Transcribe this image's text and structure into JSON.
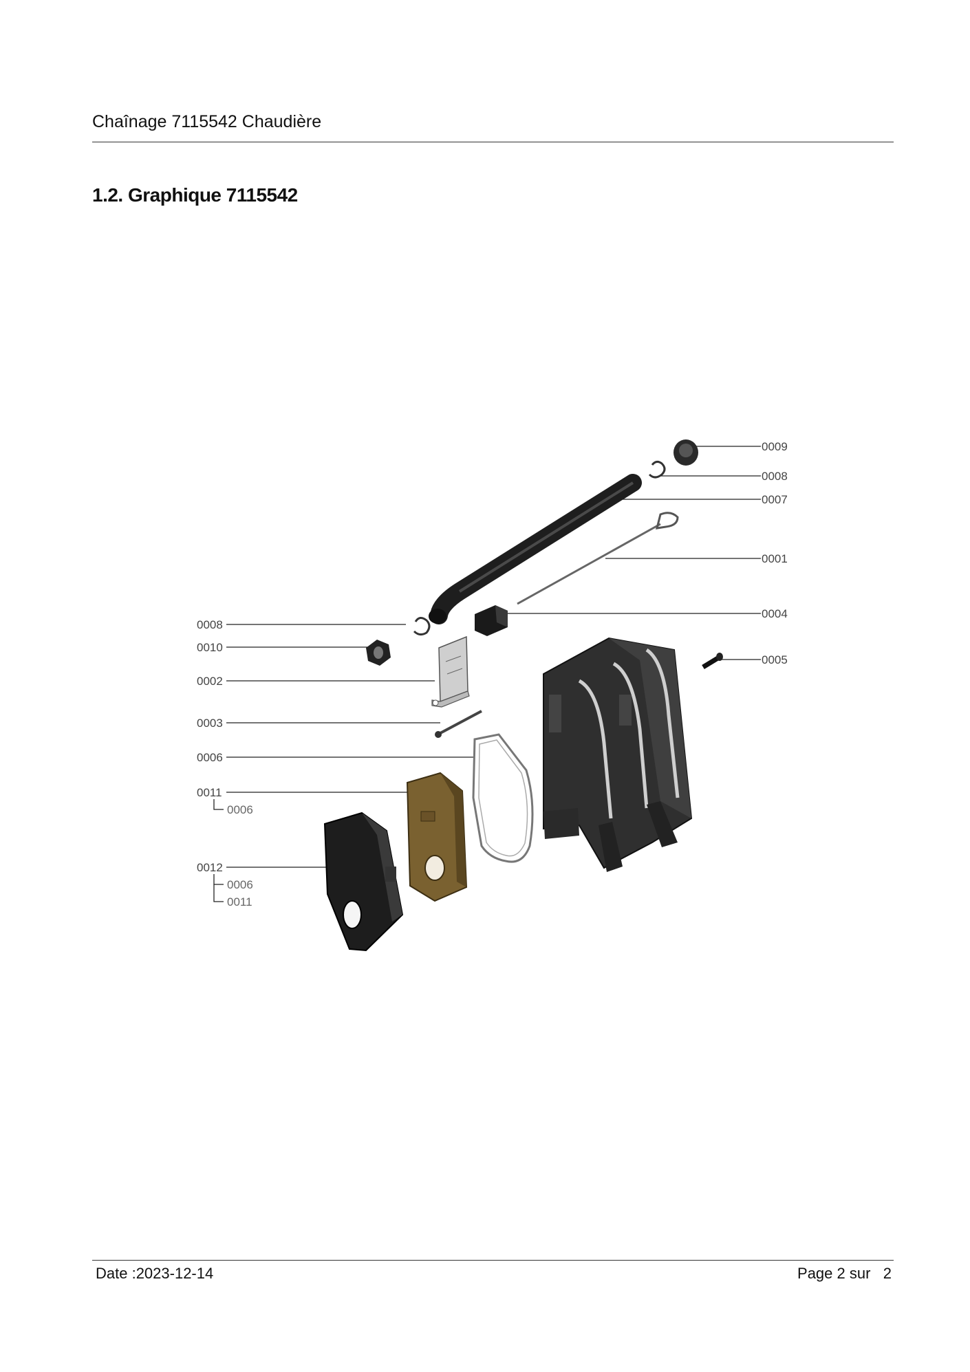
{
  "header": {
    "title": "Chaînage 7115542 Chaudière"
  },
  "section": {
    "title": "1.2. Graphique 7115542"
  },
  "diagram": {
    "callouts": {
      "c0009": "0009",
      "c0008_right": "0008",
      "c0007": "0007",
      "c0001": "0001",
      "c0004": "0004",
      "c0005": "0005",
      "c0008_left": "0008",
      "c0010": "0010",
      "c0002": "0002",
      "c0003": "0003",
      "c0006": "0006",
      "c0011": "0011",
      "c0011_sub_0006": "0006",
      "c0012": "0012",
      "c0012_sub_0006": "0006",
      "c0012_sub_0011": "0011"
    }
  },
  "footer": {
    "date": "Date :2023-12-14",
    "page": "Page 2 sur   2"
  }
}
